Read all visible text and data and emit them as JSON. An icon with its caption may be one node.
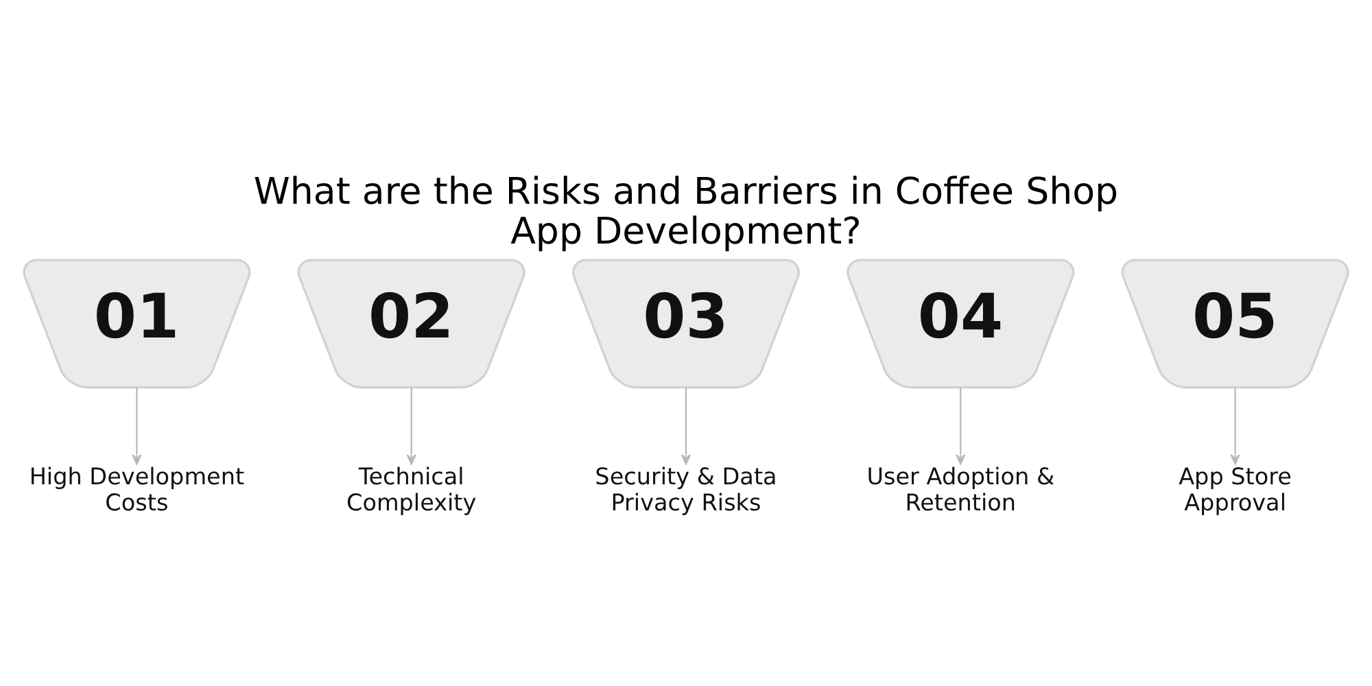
{
  "diagram": {
    "title": "What are the Risks and Barriers in Coffee Shop App Development?",
    "nodes": [
      {
        "text": [
          "01"
        ]
      },
      {
        "text": [
          "02"
        ]
      },
      {
        "text": [
          "03"
        ]
      },
      {
        "text": [
          "04"
        ]
      },
      {
        "text": [
          "05"
        ]
      },
      {
        "text": [
          "High Development Costs"
        ]
      },
      {
        "text": [
          "Technical Complexity"
        ]
      },
      {
        "text": [
          "Security & Data Privacy Risks"
        ]
      },
      {
        "text": [
          "User Adoption & Retention"
        ]
      },
      {
        "text": [
          "App Store Approval"
        ]
      }
    ],
    "edges": [
      {
        "from": 0,
        "to": 5,
        "arrow": "to"
      },
      {
        "from": 1,
        "to": 6,
        "arrow": "to"
      },
      {
        "from": 2,
        "to": 7,
        "arrow": "to"
      },
      {
        "from": 3,
        "to": 8,
        "arrow": "to"
      },
      {
        "from": 4,
        "to": 9,
        "arrow": "to"
      }
    ]
  }
}
